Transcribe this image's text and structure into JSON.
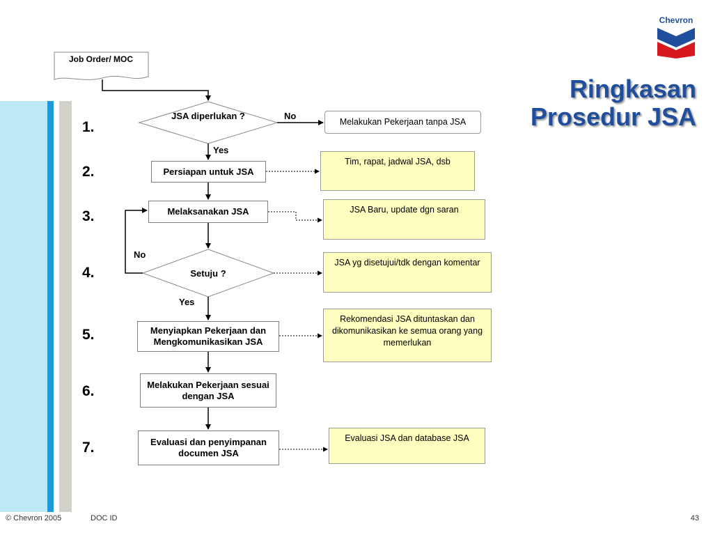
{
  "brand": {
    "logo_text": "Chevron"
  },
  "title": {
    "line1": "Ringkasan",
    "line2": "Prosedur JSA"
  },
  "steps": [
    "1.",
    "2.",
    "3.",
    "4.",
    "5.",
    "6.",
    "7."
  ],
  "start": {
    "text": "Job Order/ MOC"
  },
  "process": {
    "persiapan": "Persiapan untuk JSA",
    "melaksanakan": "Melaksanakan JSA",
    "menyiapkan": "Menyiapkan Pekerjaan dan Mengkomunikasikan JSA",
    "melakukan": "Melakukan Pekerjaan sesuai dengan JSA",
    "evaluasi": "Evaluasi dan penyimpanan documen JSA"
  },
  "decisions": {
    "jsa_diperlukan": "JSA diperlukan ?",
    "setuju": "Setuju ?"
  },
  "labels": {
    "no_top": "No",
    "yes_1": "Yes",
    "no_loop": "No",
    "yes_2": "Yes"
  },
  "notes": {
    "tanpa_jsa": "Melakukan Pekerjaan tanpa JSA",
    "tim_rapat": "Tim, rapat, jadwal JSA, dsb",
    "jsa_baru": "JSA Baru, update dgn saran",
    "disetujui": "JSA yg disetujui/tdk dengan komentar",
    "rekomendasi": "Rekomendasi JSA dituntaskan dan dikomunikasikan ke semua orang yang memerlukan",
    "evaluasi_db": "Evaluasi JSA dan database JSA"
  },
  "footer": {
    "copyright": "© Chevron 2005",
    "doc_id": "DOC ID",
    "page": "43"
  },
  "colors": {
    "title": "#1f4e9c",
    "note_fill": "#ffffc0",
    "stripe_blue": "#1e9ad6",
    "logo_red": "#d7191f"
  }
}
